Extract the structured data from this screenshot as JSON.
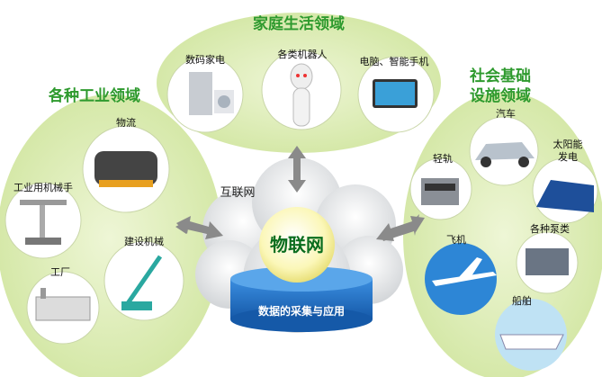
{
  "home": {
    "title": "家庭生活领域",
    "items": [
      "数码家电",
      "各类机器人",
      "电脑、智能手机"
    ]
  },
  "industry": {
    "title": "各种工业领域",
    "items": [
      "物流",
      "工业用机械手",
      "建设机械",
      "工厂"
    ]
  },
  "infra": {
    "title_line1": "社会基础",
    "title_line2": "设施领域",
    "items": [
      "汽车",
      "太阳能",
      "发电",
      "轻轨",
      "各种泵类",
      "飞机",
      "船舶"
    ]
  },
  "center": {
    "internet": "互联网",
    "iot": "物联网",
    "data": "数据的采集与应用"
  },
  "colors": {
    "ellipse": "#dcecb6",
    "title": "#2e9a2e",
    "cylinder": "#1f6fc2",
    "arrow": "#8a8a8a"
  }
}
